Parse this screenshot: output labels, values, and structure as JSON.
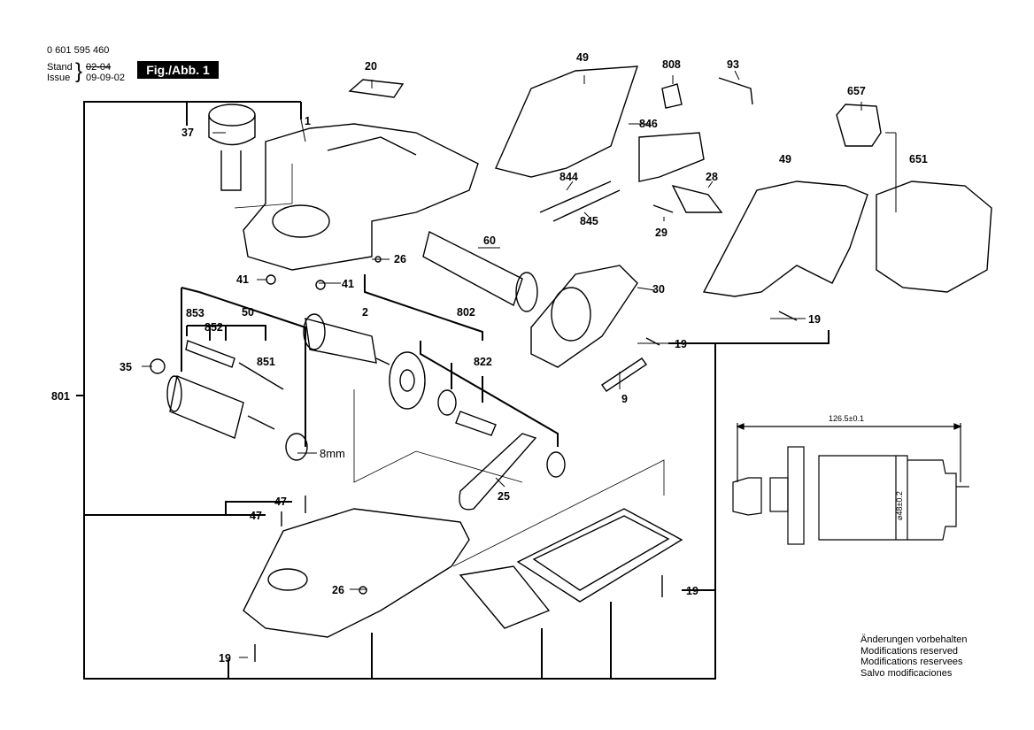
{
  "header": {
    "part_number": "0 601 595 460",
    "stand_label": "Stand",
    "issue_label": "Issue",
    "stand_date": "02-04",
    "issue_date": "09-09-02",
    "figure_label": "Fig./Abb. 1"
  },
  "callouts": {
    "c1": "1",
    "c2": "2",
    "c9": "9",
    "c19": "19",
    "c20": "20",
    "c25": "25",
    "c26": "26",
    "c28": "28",
    "c29": "29",
    "c30": "30",
    "c35": "35",
    "c37": "37",
    "c41": "41",
    "c47": "47",
    "c49": "49",
    "c50": "50",
    "c60": "60",
    "c93": "93",
    "c651": "651",
    "c657": "657",
    "c801": "801",
    "c802": "802",
    "c808": "808",
    "c822": "822",
    "c844": "844",
    "c845": "845",
    "c846": "846",
    "c851": "851",
    "c852": "852",
    "c853": "853"
  },
  "belt_width": "8mm",
  "motor_dimension": {
    "length": "126.5±0.1",
    "diameter": "⌀48±0.2"
  },
  "notes": [
    "Änderungen vorbehalten",
    "Modifications reserved",
    "Modifications reservees",
    "Salvo modificaciones"
  ]
}
